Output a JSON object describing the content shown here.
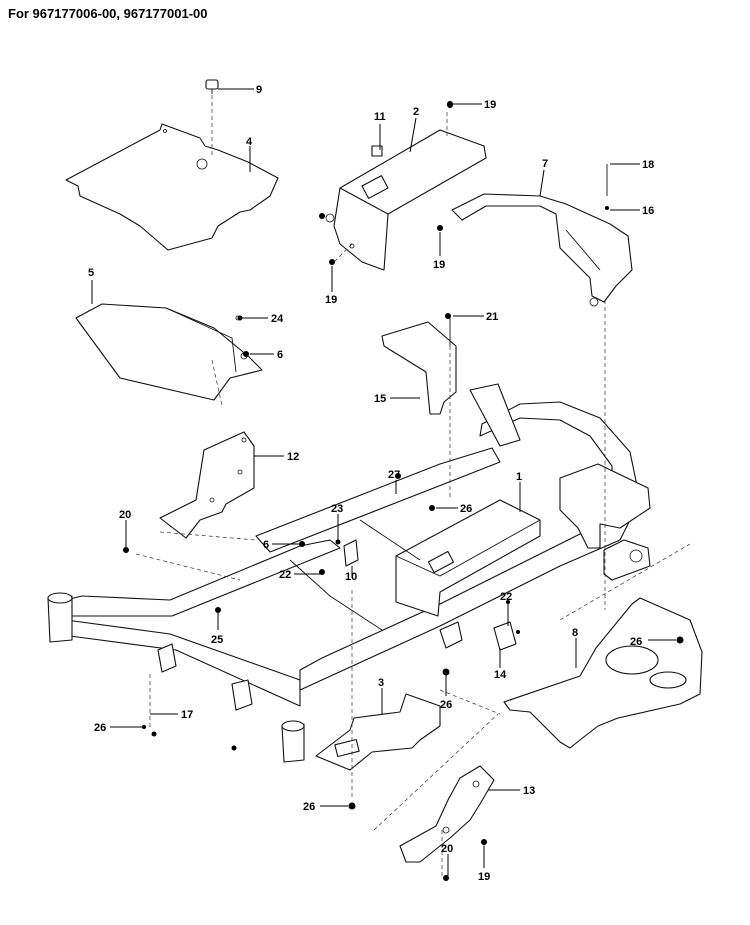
{
  "header": {
    "title": "For 967177006-00, 967177001-00"
  },
  "callouts": [
    {
      "id": "c9",
      "label": "9"
    },
    {
      "id": "c4",
      "label": "4"
    },
    {
      "id": "c11",
      "label": "11"
    },
    {
      "id": "c2",
      "label": "2"
    },
    {
      "id": "c19a",
      "label": "19"
    },
    {
      "id": "c7",
      "label": "7"
    },
    {
      "id": "c18",
      "label": "18"
    },
    {
      "id": "c16",
      "label": "16"
    },
    {
      "id": "c19b",
      "label": "19"
    },
    {
      "id": "c19c",
      "label": "19"
    },
    {
      "id": "c5",
      "label": "5"
    },
    {
      "id": "c24",
      "label": "24"
    },
    {
      "id": "c6a",
      "label": "6"
    },
    {
      "id": "c21",
      "label": "21"
    },
    {
      "id": "c15",
      "label": "15"
    },
    {
      "id": "c12",
      "label": "12"
    },
    {
      "id": "c27",
      "label": "27"
    },
    {
      "id": "c1",
      "label": "1"
    },
    {
      "id": "c26a",
      "label": "26"
    },
    {
      "id": "c20a",
      "label": "20"
    },
    {
      "id": "c23",
      "label": "23"
    },
    {
      "id": "c6b",
      "label": "6"
    },
    {
      "id": "c10",
      "label": "10"
    },
    {
      "id": "c22a",
      "label": "22"
    },
    {
      "id": "c25",
      "label": "25"
    },
    {
      "id": "c22b",
      "label": "22"
    },
    {
      "id": "c14",
      "label": "14"
    },
    {
      "id": "c8",
      "label": "8"
    },
    {
      "id": "c26b",
      "label": "26"
    },
    {
      "id": "c3",
      "label": "3"
    },
    {
      "id": "c26c",
      "label": "26"
    },
    {
      "id": "c26d",
      "label": "26"
    },
    {
      "id": "c17",
      "label": "17"
    },
    {
      "id": "c26e",
      "label": "26"
    },
    {
      "id": "c13",
      "label": "13"
    },
    {
      "id": "c20b",
      "label": "20"
    },
    {
      "id": "c19d",
      "label": "19"
    }
  ]
}
